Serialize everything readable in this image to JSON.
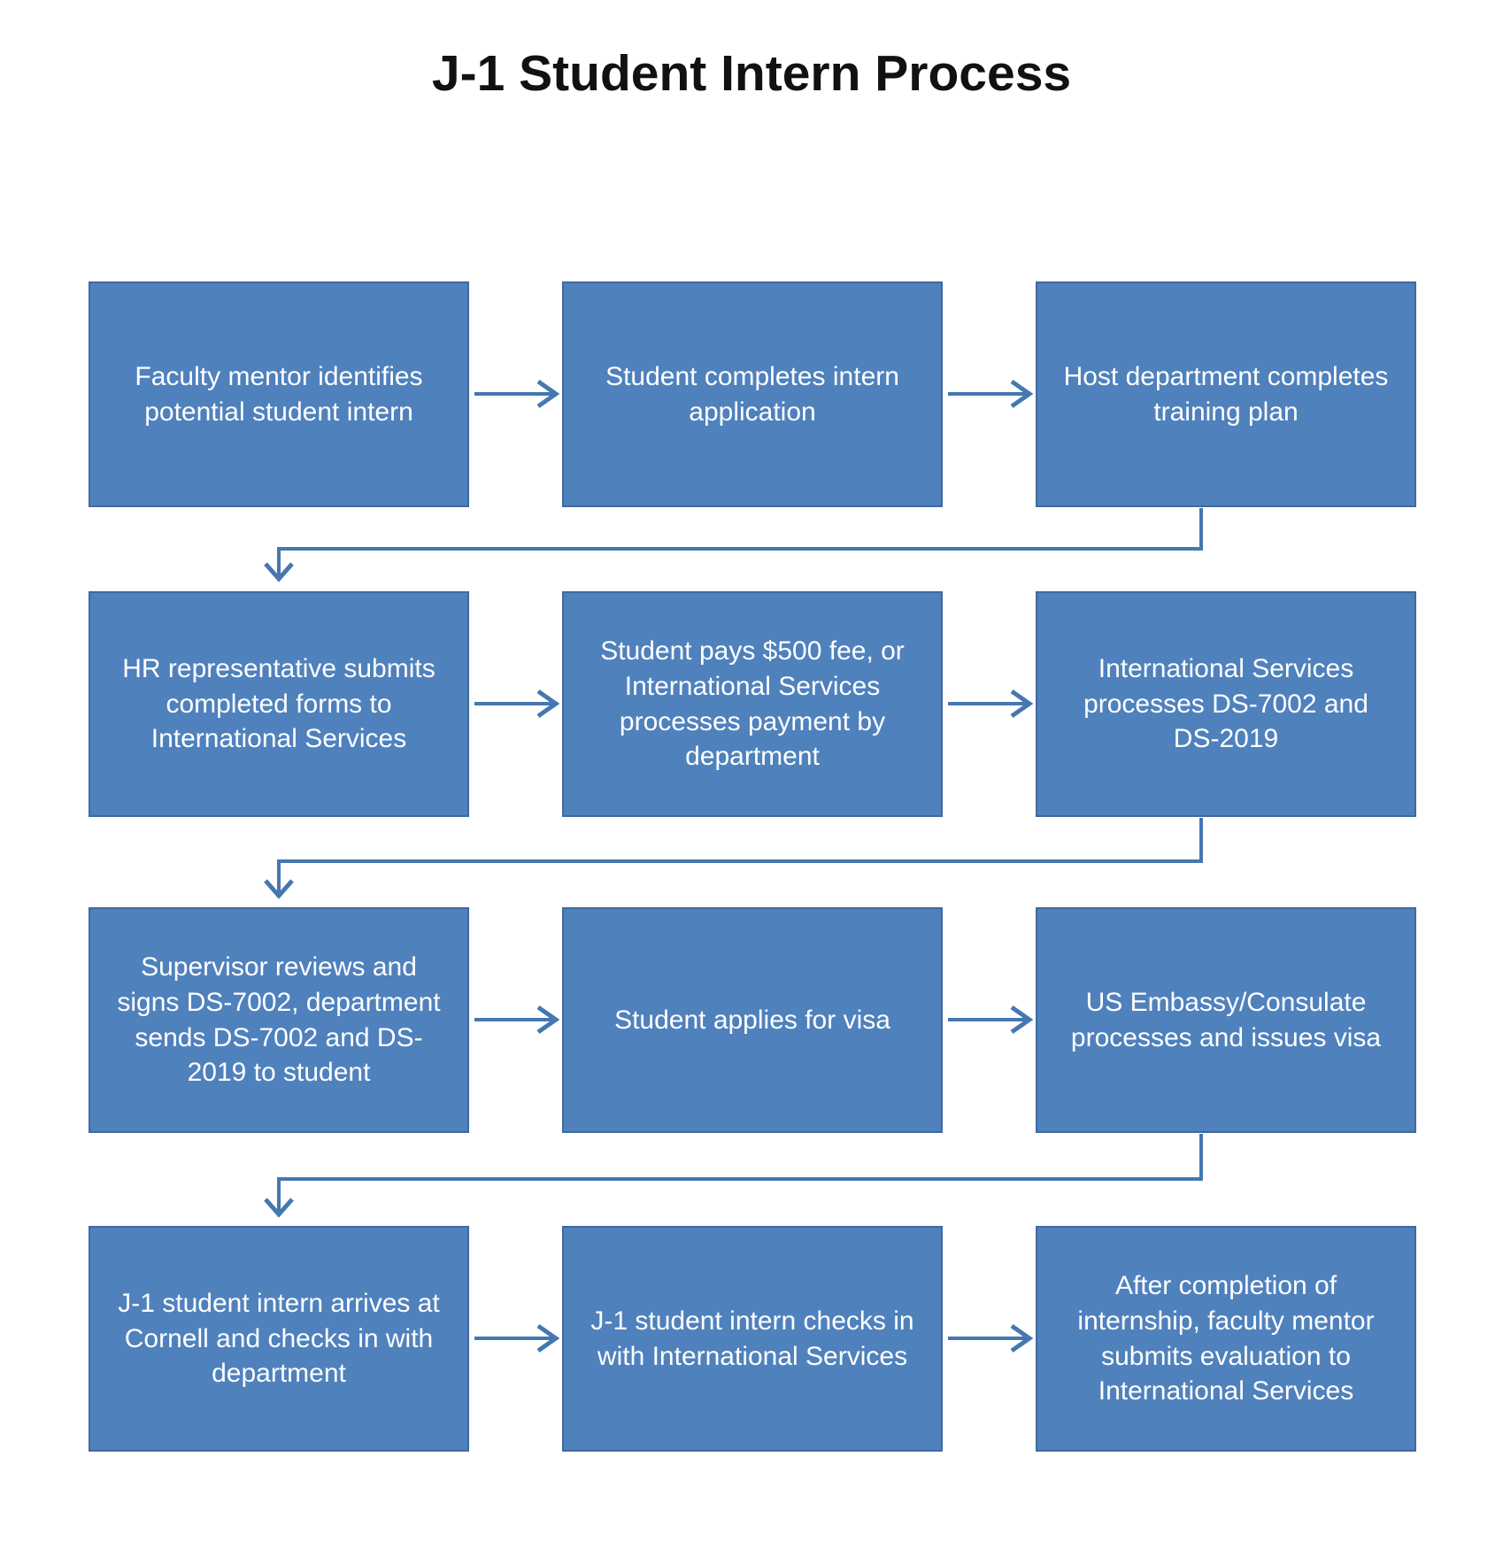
{
  "title": "J-1 Student Intern Process",
  "colors": {
    "box_fill": "#4F81BD",
    "box_border": "#3E6A9E",
    "connector": "#4577B0",
    "box_text": "#FFFFFF",
    "title_text": "#111111"
  },
  "rows": [
    {
      "boxes": [
        {
          "text": "Faculty mentor identifies potential student intern"
        },
        {
          "text": "Student completes intern application"
        },
        {
          "text": "Host department completes training plan"
        }
      ]
    },
    {
      "boxes": [
        {
          "text": "HR representative submits completed forms to International Services"
        },
        {
          "text": "Student pays $500 fee, or International Services processes payment by department"
        },
        {
          "text": "International Services processes DS-7002 and DS-2019"
        }
      ]
    },
    {
      "boxes": [
        {
          "text": "Supervisor reviews and signs DS-7002, department sends DS-7002 and DS-2019 to student"
        },
        {
          "text": "Student applies for visa"
        },
        {
          "text": "US Embassy/Consulate processes and issues visa"
        }
      ]
    },
    {
      "boxes": [
        {
          "text": "J-1 student intern arrives at Cornell and checks in with department"
        },
        {
          "text": "J-1 student  intern checks in with International Services"
        },
        {
          "text": "After completion of internship, faculty mentor submits evaluation to International Services"
        }
      ]
    }
  ]
}
